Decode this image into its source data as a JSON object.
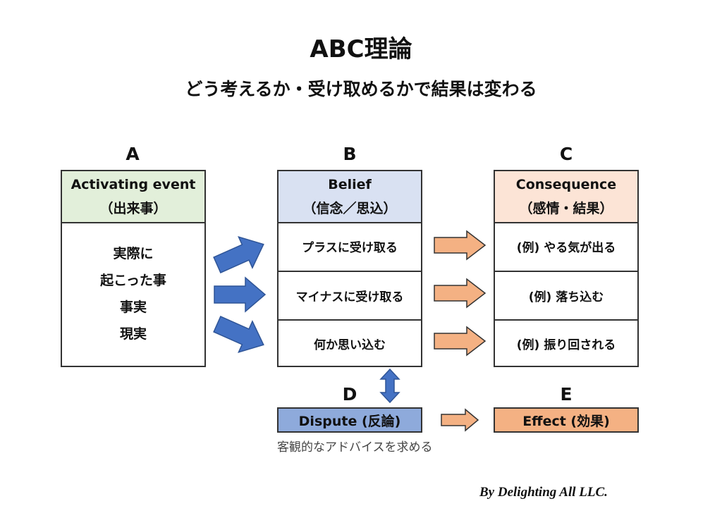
{
  "title": "ABC理論",
  "subtitle": "どう考えるか・受け取めるかで結果は変わる",
  "colors": {
    "a_header": "#e2efda",
    "b_header": "#d9e1f2",
    "c_header": "#fce4d6",
    "dispute": "#8eaadb",
    "effect": "#f4b183",
    "blue_arrow": "#4472c4",
    "orange_arrow": "#f4b183"
  },
  "a": {
    "letter": "A",
    "header_line1": "Activating event",
    "header_line2": "（出来事）",
    "body": [
      "実際に",
      "起こった事",
      "事実",
      "現実"
    ]
  },
  "b": {
    "letter": "B",
    "header_line1": "Belief",
    "header_line2": "（信念／思込）",
    "rows": [
      "プラスに受け取る",
      "マイナスに受け取る",
      "何か思い込む"
    ]
  },
  "c": {
    "letter": "C",
    "header_line1": "Consequence",
    "header_line2": "（感情・結果）",
    "rows": [
      "(例) やる気が出る",
      "(例) 落ち込む",
      "(例) 振り回される"
    ]
  },
  "d": {
    "letter": "D",
    "label": "Dispute (反論)",
    "note": "客観的なアドバイスを求める"
  },
  "e": {
    "letter": "E",
    "label": "Effect (効果)"
  },
  "credit": "By Delighting All LLC."
}
